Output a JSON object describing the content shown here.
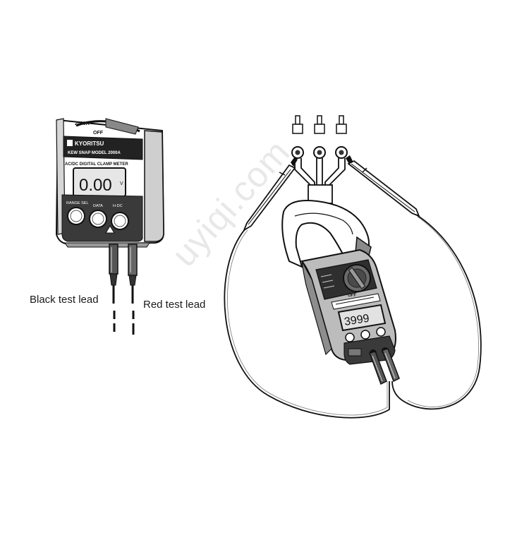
{
  "labels": {
    "black_lead": "Black test lead",
    "red_lead": "Red test lead"
  },
  "meter_small": {
    "range_label": "2000A",
    "off_label": "OFF",
    "brand": "KYORITSU",
    "model_line": "KEW SNAP MODEL 2000A",
    "title": "AC/DC DIGITAL CLAMP METER",
    "display": "0.00",
    "display_unit": "V",
    "button_labels": [
      "RANGE SEL",
      "DATA",
      "H·DC"
    ]
  },
  "meter_large": {
    "display": "3999",
    "off_label": "OFF"
  },
  "watermark": "uyiqi.com",
  "colors": {
    "ink": "#111111",
    "body_gray": "#bdbdbd",
    "dark_panel": "#2b2b2b",
    "display_bg": "#d8d8d8"
  }
}
